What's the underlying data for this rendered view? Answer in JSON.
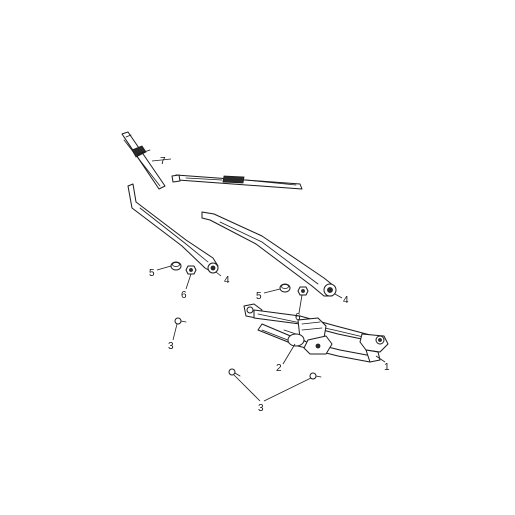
{
  "callouts": {
    "c1": "1",
    "c2": "2",
    "c3_single": "3",
    "c3_pair": "3",
    "c4_left": "4",
    "c4_right": "4",
    "c5_left": "5",
    "c5_right": "5",
    "c6_left": "6",
    "c6_right": "6",
    "c7": "7"
  }
}
